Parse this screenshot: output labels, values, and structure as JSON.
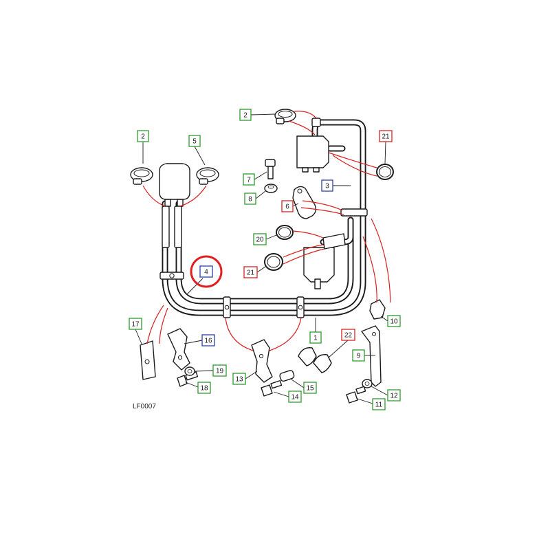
{
  "diagram": {
    "code": "LF0007",
    "colors": {
      "green": "#2e9a2e",
      "red": "#d82020",
      "blue": "#2b3fa8",
      "circle": "#e02020"
    },
    "callouts": [
      {
        "id": "c2a",
        "label": "2",
        "color": "green"
      },
      {
        "id": "c5",
        "label": "5",
        "color": "green"
      },
      {
        "id": "c2b",
        "label": "2",
        "color": "green"
      },
      {
        "id": "c21a",
        "label": "21",
        "color": "red"
      },
      {
        "id": "c7",
        "label": "7",
        "color": "green"
      },
      {
        "id": "c3",
        "label": "3",
        "color": "blue"
      },
      {
        "id": "c8",
        "label": "8",
        "color": "green"
      },
      {
        "id": "c6",
        "label": "6",
        "color": "red"
      },
      {
        "id": "c20",
        "label": "20",
        "color": "green"
      },
      {
        "id": "c21b",
        "label": "21",
        "color": "red"
      },
      {
        "id": "c4",
        "label": "4",
        "color": "blue",
        "highlighted": true
      },
      {
        "id": "c10",
        "label": "10",
        "color": "green"
      },
      {
        "id": "c1",
        "label": "1",
        "color": "green"
      },
      {
        "id": "c22",
        "label": "22",
        "color": "red"
      },
      {
        "id": "c17",
        "label": "17",
        "color": "green"
      },
      {
        "id": "c16",
        "label": "16",
        "color": "blue"
      },
      {
        "id": "c9",
        "label": "9",
        "color": "green"
      },
      {
        "id": "c19",
        "label": "19",
        "color": "green"
      },
      {
        "id": "c13",
        "label": "13",
        "color": "green"
      },
      {
        "id": "c18",
        "label": "18",
        "color": "green"
      },
      {
        "id": "c15",
        "label": "15",
        "color": "green"
      },
      {
        "id": "c14",
        "label": "14",
        "color": "green"
      },
      {
        "id": "c12",
        "label": "12",
        "color": "green"
      },
      {
        "id": "c11",
        "label": "11",
        "color": "green"
      }
    ]
  }
}
